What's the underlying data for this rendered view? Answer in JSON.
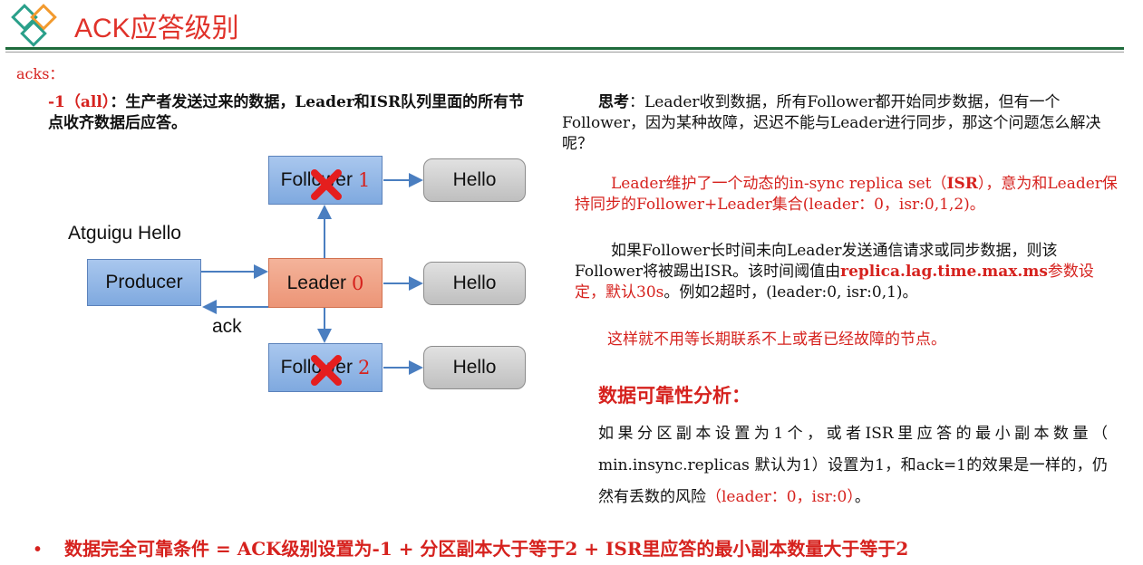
{
  "header": {
    "title": "ACK应答级别",
    "accent_color": "#e0322a",
    "rule_color": "#1f6b3c"
  },
  "acks_label": "acks：",
  "left_desc": {
    "level": "-1（all）",
    "text": "：生产者发送过来的数据，Leader和ISR队列里面的所有节点收齐数据后应答。"
  },
  "diagram": {
    "atguigu_label": "Atguigu Hello",
    "producer": "Producer",
    "leader": {
      "label": "Leader",
      "num": "0"
    },
    "follower1": {
      "label": "Follower",
      "num": "1",
      "failed": true
    },
    "follower2": {
      "label": "Follower",
      "num": "2",
      "failed": true
    },
    "hello_top": "Hello",
    "hello_mid": "Hello",
    "hello_bot": "Hello",
    "ack_label": "ack"
  },
  "think": {
    "label": "思考",
    "text": "：Leader收到数据，所有Follower都开始同步数据，但有一个Follower，因为某种故障，迟迟不能与Leader进行同步，那这个问题怎么解决呢？"
  },
  "isr": {
    "pre": "Leader维护了一个动态的in-sync replica set（",
    "term": "ISR",
    "post": "），意为和Leader保持同步的Follower+Leader集合(leader：0，isr:0,1,2)。"
  },
  "kick": {
    "pre": "如果Follower长时间未向Leader发送通信请求或同步数据，则该Follower将被踢出ISR。该时间阈值由",
    "param": "replica.lag.time.max.ms",
    "mid": "参数设定，默认30s",
    "post": "。例如2超时，(leader:0, isr:0,1)。"
  },
  "no_wait": "这样就不用等长期联系不上或者已经故障的节点。",
  "reliability": {
    "title": "数据可靠性分析：",
    "text": "如果分区副本设置为1个，或者ISR里应答的最小副本数量（ min.insync.replicas 默认为1）设置为1，和ack=1的效果是一样的，仍然有丢数的风险",
    "red": "（leader：0，isr:0）",
    "end": "。"
  },
  "bottom": {
    "bullet": "•",
    "title": "数据完全可靠条件",
    "formula": " = ACK级别设置为-1 + 分区副本大于等于2 + ISR里应答的最小副本数量大于等于2"
  }
}
